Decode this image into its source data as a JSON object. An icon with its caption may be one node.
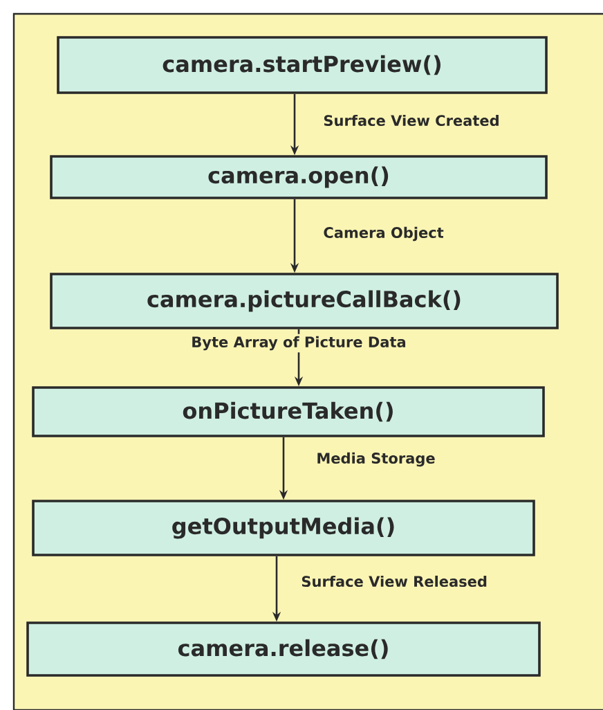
{
  "diagram": {
    "nodes": [
      {
        "text": [
          "camera.startPreview()"
        ]
      },
      {
        "text": [
          "camera.open()"
        ]
      },
      {
        "text": [
          "camera.pictureCallBack()"
        ]
      },
      {
        "text": [
          "onPictureTaken()"
        ]
      },
      {
        "text": [
          "getOutputMedia()"
        ]
      },
      {
        "text": [
          "camera.release()"
        ]
      }
    ],
    "edges": [
      {
        "from": 0,
        "to": 1,
        "arrow": "to",
        "label": "Surface View Created"
      },
      {
        "from": 1,
        "to": 2,
        "arrow": "to",
        "label": "Camera Object"
      },
      {
        "from": 2,
        "to": 3,
        "arrow": "to",
        "label": "Byte Array of Picture Data"
      },
      {
        "from": 3,
        "to": 4,
        "arrow": "to",
        "label": "Media Storage"
      },
      {
        "from": 4,
        "to": 5,
        "arrow": "to",
        "label": "Surface View Released"
      }
    ]
  }
}
